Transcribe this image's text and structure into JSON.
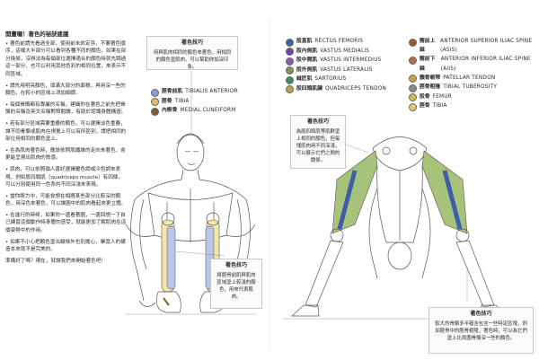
{
  "intro": {
    "heading": "開畫囉！著色的祕訣建議",
    "paragraphs": [
      "• 著色前請先看過全部，使用前未依定序，不要著色順序，這樣大半部分可以看到各種不同的顏色，如果在部分換掉，沒辦法為每個部位選擇適合的顏色時就先跳過這一部分，也可以利用其他色彩的相同位置，來表示不同區域。",
      "• 請先用明亮顏色，填滿大部分的面積，再用深一些的顏色，在較小的區域上添加細節。",
      "• 每個骨骼都有專屬的名稱，建議你在著色之前先把骨骼的名稱及英文名稱對照閱讀，有助於認識身體構造。",
      "• 若有部分區域需要重疊的顏色，可以選擇淡色重疊，讓不同骨骼或肌肉在視覺上可以有所區別，請把相同的部位用相同的顏色塗上。",
      "• 在為肌肉著色時，應該依照肌纖維的走向來著色，會更能呈現出肌肉的質感。",
      "• 肌肉，可以依照個人喜好選擇暖色調或冷色調來表現，例如股四頭肌（quadriceps muscle）有四條，可以分別使用同一色系的不同深淺來表現。",
      "• 當你眼力中，可能會想在相應某些部分比較深的顏色，用深色來著色，可以讓圖中的肌肉看起來更立體。",
      "• 在進行的時候，如果你一邊看著圖，一邊回想一下自己練習這個動作時身體的感受，就能更加了解肌肉在這個姿勢中的作用。",
      "• 如果不小心把顏色塗出線條外也別擔心，畢竟人的構造本來就不是完美的。",
      "準備好了嗎？現在，就讓我們來開始著色吧！"
    ]
  },
  "tip_left_top": {
    "title": "著色技巧",
    "body": "用與肌肉相同的顏色來著色，用相同的顏色塗肌肉，可以幫助你加深印象。"
  },
  "legend_left": [
    {
      "zh": "脛骨前肌",
      "en": "TIBIALIS ANTERIOR",
      "color": "#8e9bd0"
    },
    {
      "zh": "脛骨",
      "en": "TIBIA",
      "color": "#d9c16a"
    },
    {
      "zh": "內楔骨",
      "en": "MEDIAL CUNEIFORM",
      "color": "#8a5a2b"
    }
  ],
  "tip_left_bottom": {
    "title": "著色技巧",
    "body": "將脛骨前肌與肌肉區域塗上較淺的顏色，用來代表肌肉。"
  },
  "legend_mid": [
    {
      "zh": "股直肌",
      "en": "RECTUS FEMORIS",
      "color": "#3f5fa8"
    },
    {
      "zh": "股內側肌",
      "en": "VASTUS MEDIALIS",
      "color": "#6a4c9c"
    },
    {
      "zh": "股中間肌",
      "en": "VASTUS INTERMEDIUS",
      "color": "#8e5ab0"
    },
    {
      "zh": "股外側肌",
      "en": "VASTUS LATERALIS",
      "color": "#7a9a4c"
    },
    {
      "zh": "縫匠肌",
      "en": "SARTORIUS",
      "color": "#3c8c5a"
    },
    {
      "zh": "股四頭肌腱",
      "en": "QUADRICEPS TENDON",
      "color": "#b8a44a"
    }
  ],
  "legend_right": [
    {
      "zh": "髂前上棘",
      "en": "ANTERIOR SUPERIOR ILIAC SPINE (ASIS)",
      "color": "#9a5a3a"
    },
    {
      "zh": "髂前下棘",
      "en": "ANTERIOR INFERIOR ILIAC SPINE (AIIS)",
      "color": "#b06a48"
    },
    {
      "zh": "髕骨韌帶",
      "en": "PATELLAR TENDON",
      "color": "#c9a040"
    },
    {
      "zh": "脛骨粗隆",
      "en": "TIBIAL TUBEROSITY",
      "color": "#8a8a8a"
    },
    {
      "zh": "股骨",
      "en": "FEMUR",
      "color": "#d8b84a"
    },
    {
      "zh": "脛骨",
      "en": "TIBIA",
      "color": "#e0cc6a"
    }
  ],
  "tip_mid": {
    "title": "著色技巧",
    "body": "為股四頭肌等肌群塗上相同的顏色，但每塊肌肉用不同深淺，可以展示它們之間的關係。"
  },
  "tip_right": {
    "title": "著色技巧",
    "body": "較大的骨骼多半蘊含包含一些特定區塊，例如脛骨中的脛骨粗隆，著色時，可以為它們塗上比周圍骨骼深一些的顏色。"
  },
  "colors": {
    "bone": "#f3e6a8",
    "muscle_blue": "#b9c4e8",
    "muscle_green": "#a7c37a",
    "line": "#555555"
  }
}
